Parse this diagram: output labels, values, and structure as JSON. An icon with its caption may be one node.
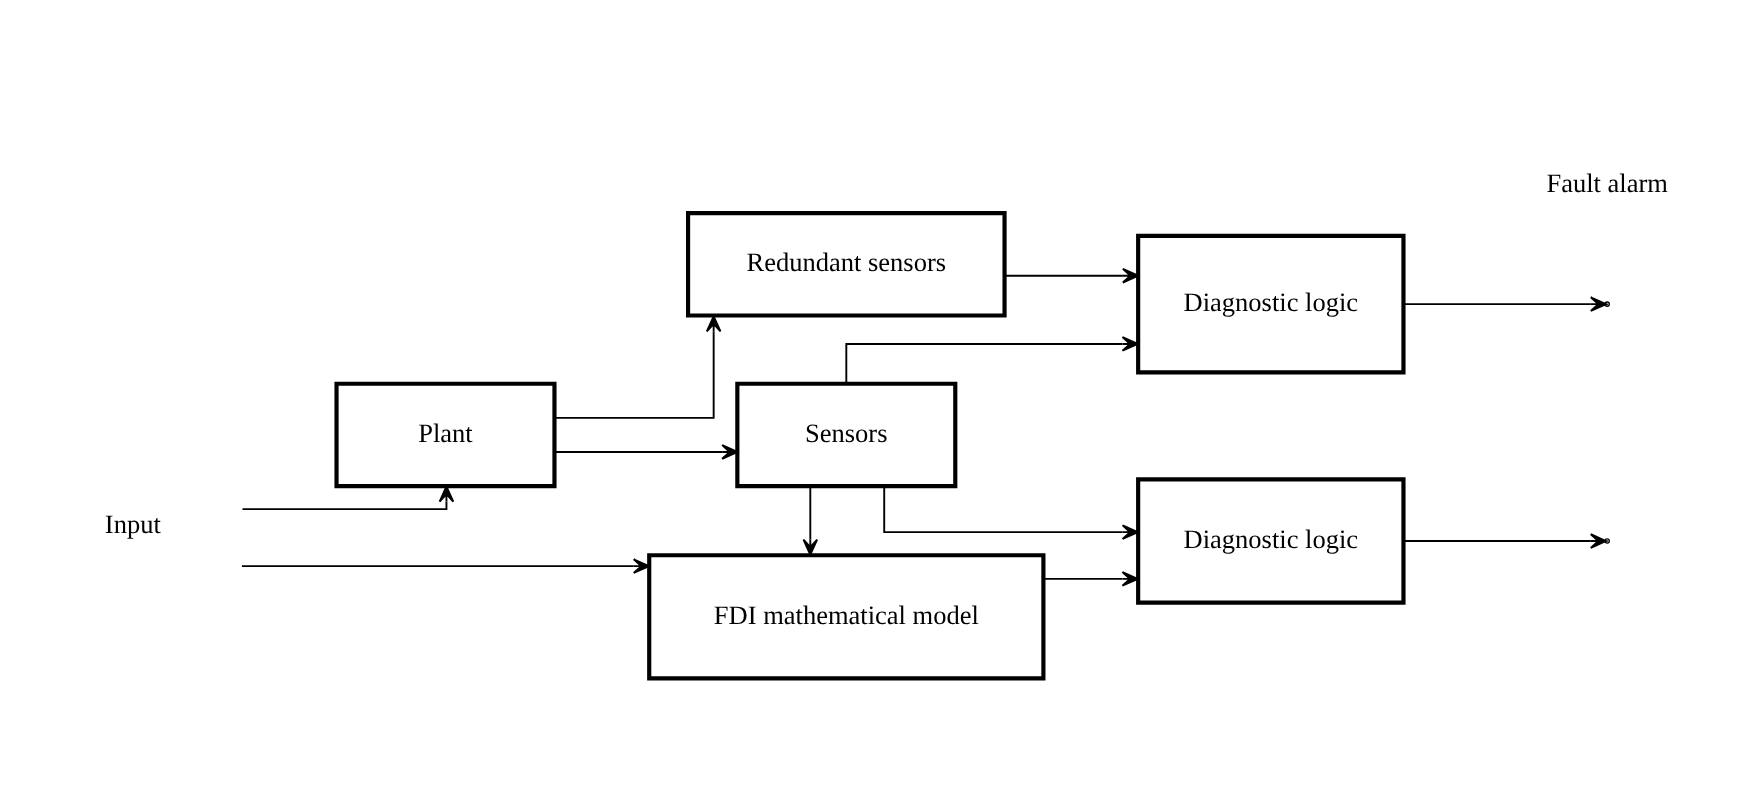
{
  "diagram": {
    "nodes": [
      {
        "text": [
          "Input"
        ]
      },
      {
        "text": [
          "Plant"
        ]
      },
      {
        "text": [
          "Redundant sensors"
        ]
      },
      {
        "text": [
          "Sensors"
        ]
      },
      {
        "text": [
          "Diagnostic logic"
        ]
      },
      {
        "text": [
          "FDI mathematical model"
        ]
      },
      {
        "text": [
          "Diagnostic logic"
        ]
      }
    ],
    "edges": [
      {
        "from": 0,
        "to": 1,
        "arrow": "to"
      },
      {
        "from": 0,
        "to": 5,
        "arrow": "to"
      },
      {
        "from": 1,
        "to": 2,
        "arrow": "to"
      },
      {
        "from": 1,
        "to": 3,
        "arrow": "to"
      },
      {
        "from": 2,
        "to": 4,
        "arrow": "to"
      },
      {
        "from": 3,
        "to": 4,
        "arrow": "to"
      },
      {
        "from": 3,
        "to": 6,
        "arrow": "to"
      },
      {
        "from": 3,
        "to": 5,
        "arrow": "to"
      },
      {
        "from": 5,
        "to": 6,
        "arrow": "to"
      },
      {
        "from": 4,
        "to": null,
        "arrow": "to"
      },
      {
        "from": 6,
        "to": null,
        "arrow": "to"
      }
    ],
    "labels": [
      "Fault alarm"
    ]
  }
}
